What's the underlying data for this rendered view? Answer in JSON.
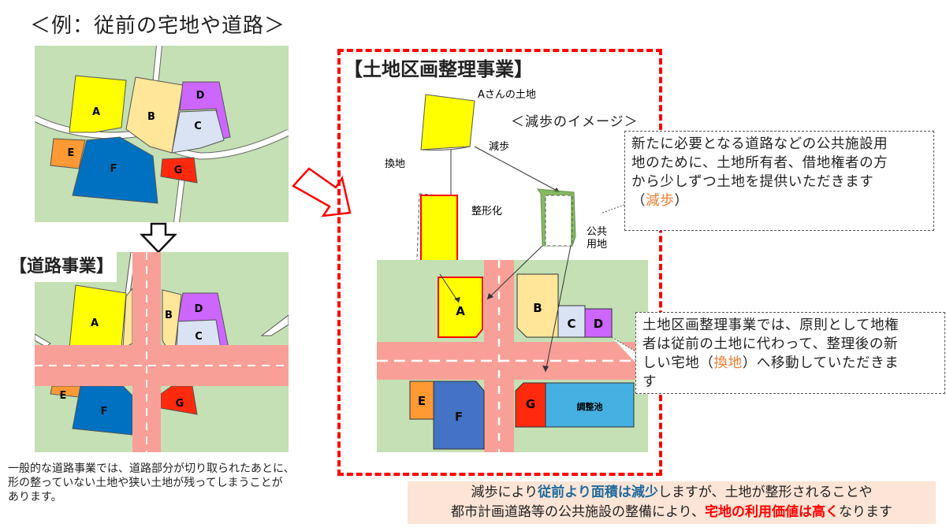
{
  "headings": {
    "example": "＜例：従前の宅地や道路＞",
    "road_project": "【道路事業】",
    "land_readjustment": "【土地区画整理事業】",
    "reduction_image": "＜減歩のイメージ＞"
  },
  "lot_labels": {
    "A": "A",
    "B": "B",
    "C": "C",
    "D": "D",
    "E": "E",
    "F": "F",
    "G": "G",
    "pond": "調整池"
  },
  "diagram_labels": {
    "a_land": "Aさんの土地",
    "genbu": "減歩",
    "kanchi": "換地",
    "seikeika": "整形化",
    "public_land_1": "公共",
    "public_land_2": "用地"
  },
  "captions": {
    "road_project_note_1": "一般的な道路事業では、道路部分が切り取られたあとに、",
    "road_project_note_2": "形の整っていない土地や狭い土地が残ってしまうことが",
    "road_project_note_3": "あります。"
  },
  "callouts": {
    "genbu": {
      "line1": "新たに必要となる道路などの公共施設用",
      "line2": "地のために、土地所有者、借地権者の方",
      "line3": "から少しずつ土地を提供いただきます",
      "paren_open": "（",
      "highlight": "減歩",
      "paren_close": "）"
    },
    "kanchi": {
      "line1": "土地区画整理事業では、原則として地権",
      "line2": "者は従前の土地に代わって、整理後の新",
      "line3_pre": "しい宅地（",
      "highlight": "換地",
      "line3_post": "）へ移動していただきま",
      "line4": "す"
    }
  },
  "summary": {
    "line1_pre": "減歩により",
    "line1_blue": "従前より面積は減少",
    "line1_post": "しますが、土地が整形されることや",
    "line2_pre": "都市計画道路等の公共施設の整備により、",
    "line2_red": "宅地の利用価値は高く",
    "line2_post": "なります"
  },
  "colors": {
    "grass": "#c5e0b4",
    "road_pink": "#f8a097",
    "lot_A": "#ffff00",
    "lot_B": "#ffe699",
    "lot_C": "#dae3f3",
    "lot_D": "#cc66ff",
    "lot_E": "#ff9933",
    "lot_F_before": "#0070c0",
    "lot_F_after": "#4472c4",
    "lot_G": "#ff2a0d",
    "pond": "#45b0e1",
    "frame_red": "#ff0000",
    "highlight_orange": "#ed7d31",
    "highlight_blue": "#1f6b9c",
    "summary_bg": "#fce4d6"
  }
}
